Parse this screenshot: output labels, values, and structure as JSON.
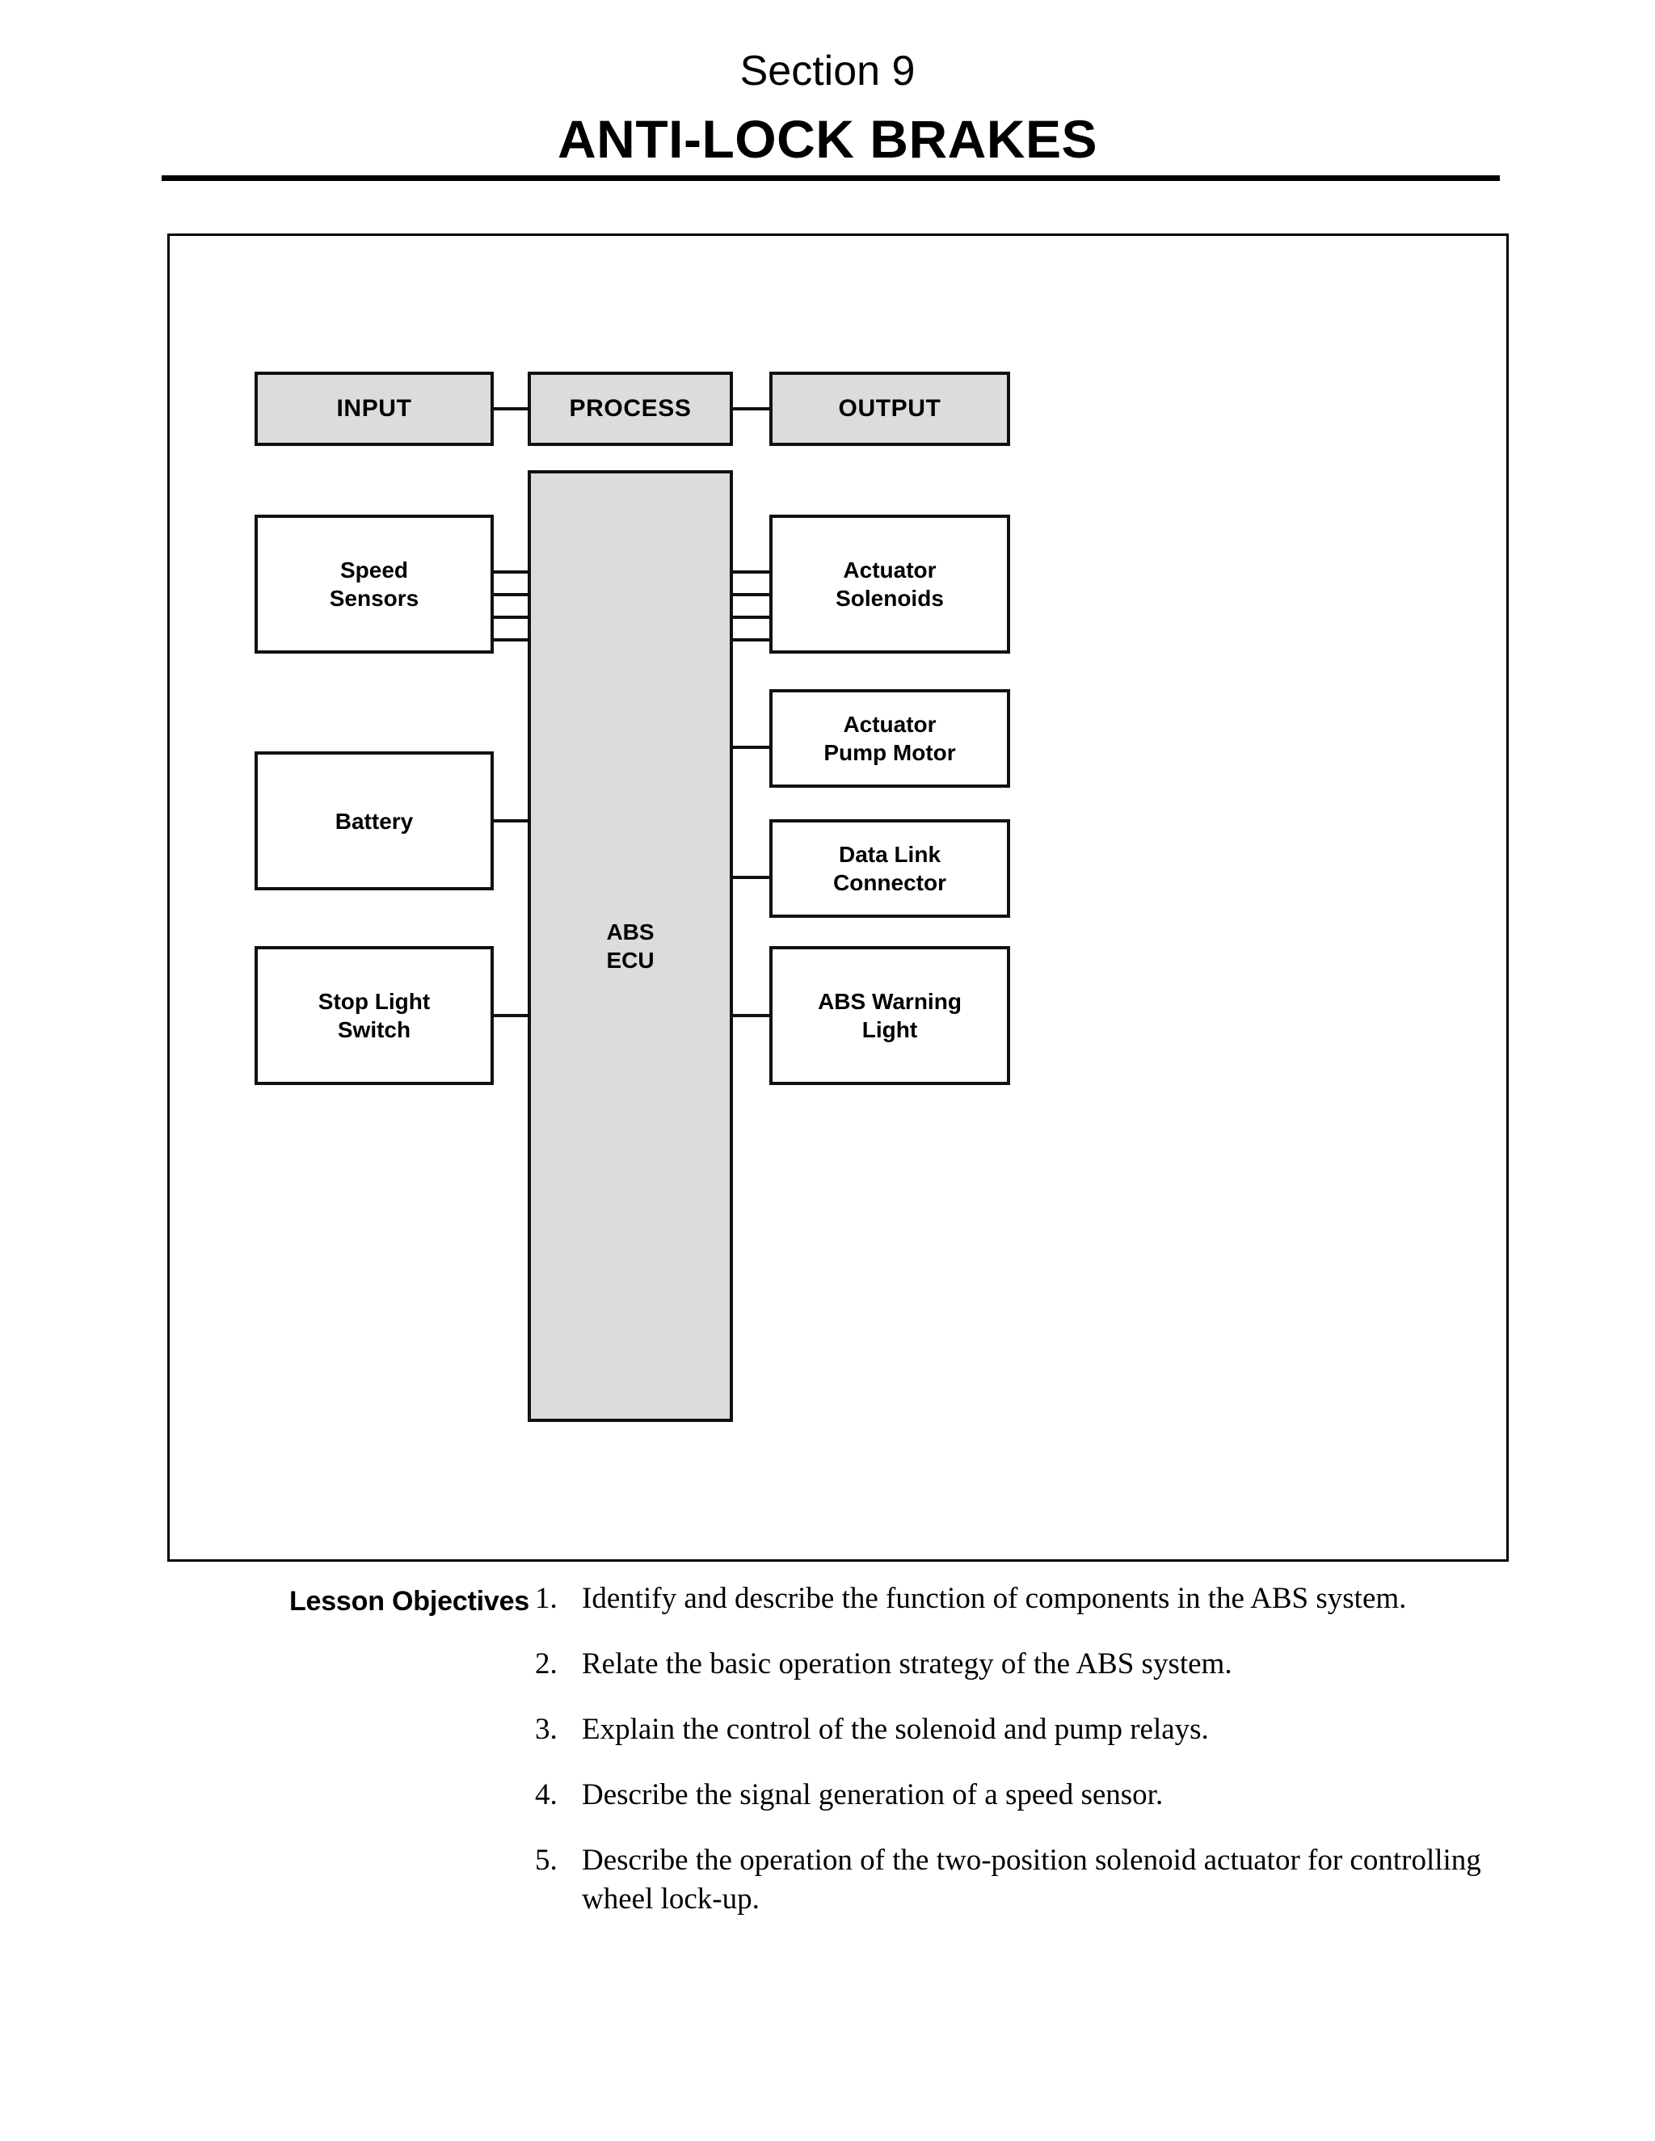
{
  "header": {
    "section_label": "Section 9",
    "title": "ANTI-LOCK BRAKES",
    "rule_color": "#000000"
  },
  "figure": {
    "border_color": "#000000",
    "shaded_fill": "#dcdcdc",
    "line_color": "#111111",
    "banners": [
      {
        "id": "input",
        "label": "INPUT"
      },
      {
        "id": "process",
        "label": "PROCESS"
      },
      {
        "id": "output",
        "label": "OUTPUT"
      }
    ],
    "nodes": {
      "speed_sensors": {
        "label": "Speed\nSensors",
        "line1": "Speed",
        "line2": "Sensors"
      },
      "battery": {
        "label": "Battery",
        "line1": "Battery",
        "line2": ""
      },
      "stop_light_switch": {
        "label": "Stop Light\nSwitch",
        "line1": "Stop Light",
        "line2": "Switch"
      },
      "abs_ecu": {
        "label": "ABS\nECU",
        "line1": "ABS",
        "line2": "ECU"
      },
      "actuator_solenoids": {
        "label": "Actuator\nSolenoids",
        "line1": "Actuator",
        "line2": "Solenoids"
      },
      "actuator_pump_motor": {
        "label": "Actuator\nPump Motor",
        "line1": "Actuator",
        "line2": "Pump Motor"
      },
      "data_link_connector": {
        "label": "Data Link\nConnector",
        "line1": "Data Link",
        "line2": "Connector"
      },
      "abs_warning_light": {
        "label": "ABS Warning\nLight",
        "line1": "ABS Warning",
        "line2": "Light"
      }
    }
  },
  "objectives": {
    "heading": "Lesson Objectives",
    "items": [
      {
        "number": "1.",
        "text": "Identify and describe the function of components in the ABS system."
      },
      {
        "number": "2.",
        "text": "Relate the basic operation strategy of the ABS system."
      },
      {
        "number": "3.",
        "text": "Explain the control of the solenoid and pump relays."
      },
      {
        "number": "4.",
        "text": "Describe the signal generation of a speed sensor."
      },
      {
        "number": "5.",
        "text": "Describe the operation of the two-position solenoid actuator for controlling wheel lock-up."
      }
    ]
  }
}
